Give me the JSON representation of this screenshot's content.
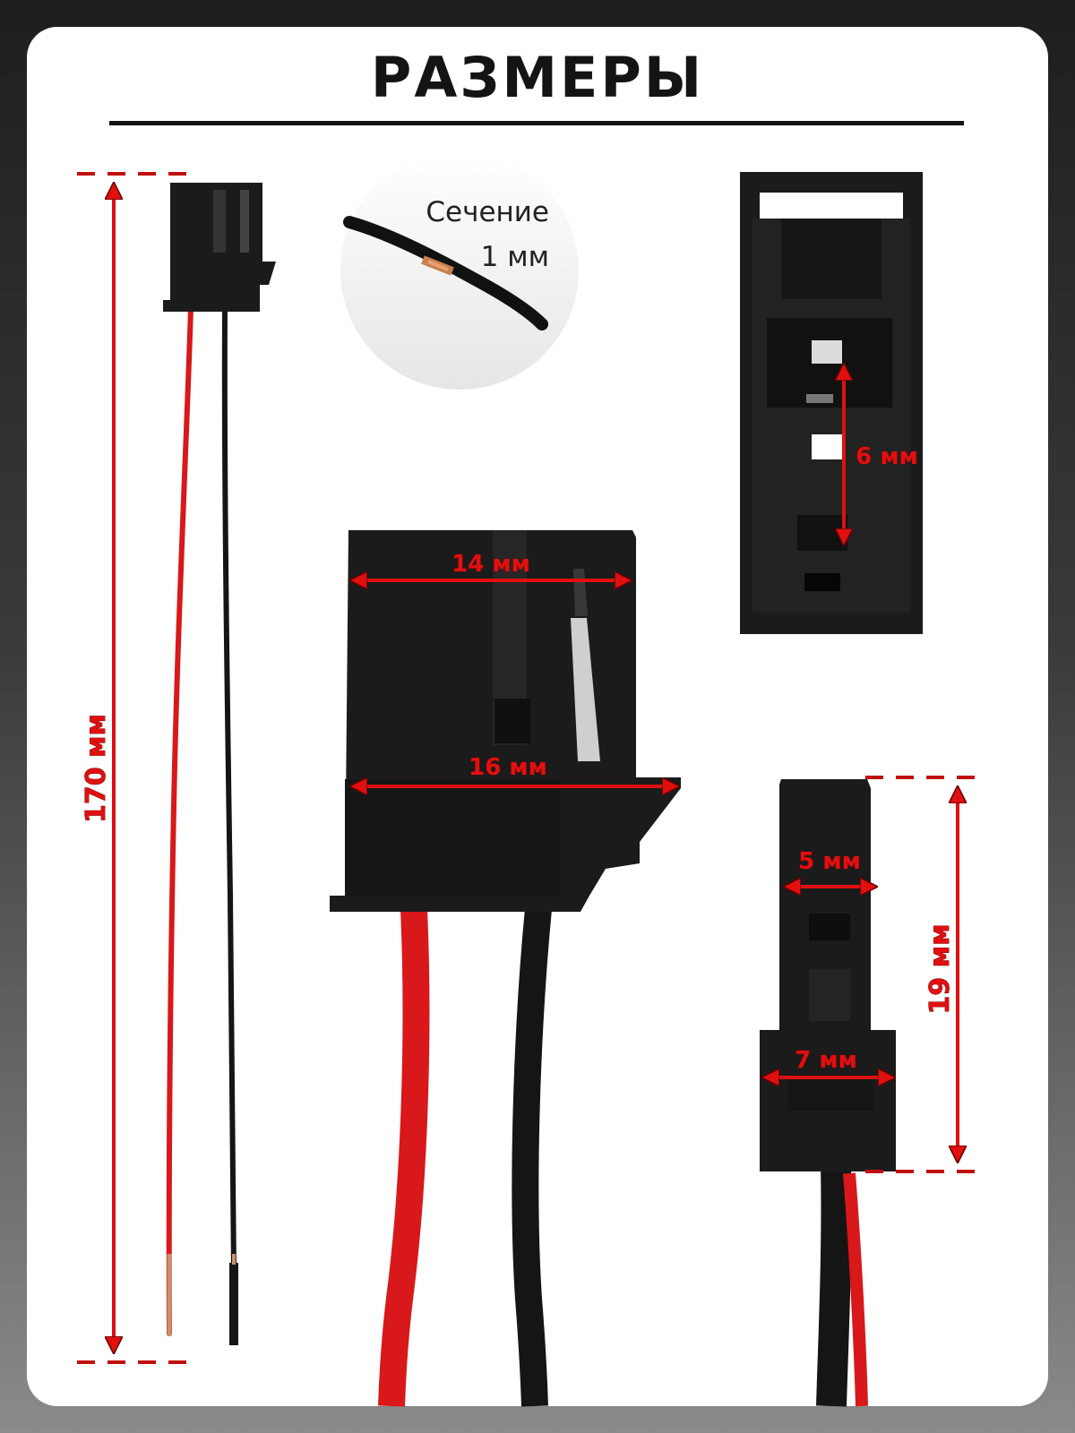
{
  "title": "РАЗМЕРЫ",
  "cross_section": {
    "label": "Сечение",
    "value": "1 мм"
  },
  "dimensions": {
    "overall_length": "170 мм",
    "top_width": "14 мм",
    "lower_width": "16 мм",
    "pin_pitch": "6 мм",
    "side_top_width": "5 мм",
    "side_bottom_width": "7 мм",
    "side_height": "19 мм"
  },
  "colors": {
    "dimension": "#e01010",
    "plastic": "#1b1b1b",
    "wire_red": "#d8181a",
    "wire_black": "#151515"
  }
}
